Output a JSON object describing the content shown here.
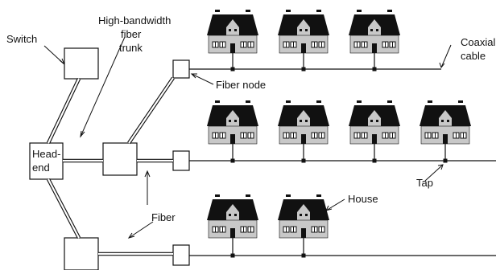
{
  "labels": {
    "switch": "Switch",
    "trunk_line1": "High-bandwidth",
    "trunk_line2": "fiber",
    "trunk_line3": "trunk",
    "fiber_node": "Fiber node",
    "coax_line1": "Coaxial",
    "coax_line2": "cable",
    "headend_line1": "Head-",
    "headend_line2": "end",
    "tap": "Tap",
    "house": "House",
    "fiber": "Fiber"
  },
  "colors": {
    "roof": "#111111",
    "wall": "#c8c8c8",
    "line": "#111111"
  }
}
